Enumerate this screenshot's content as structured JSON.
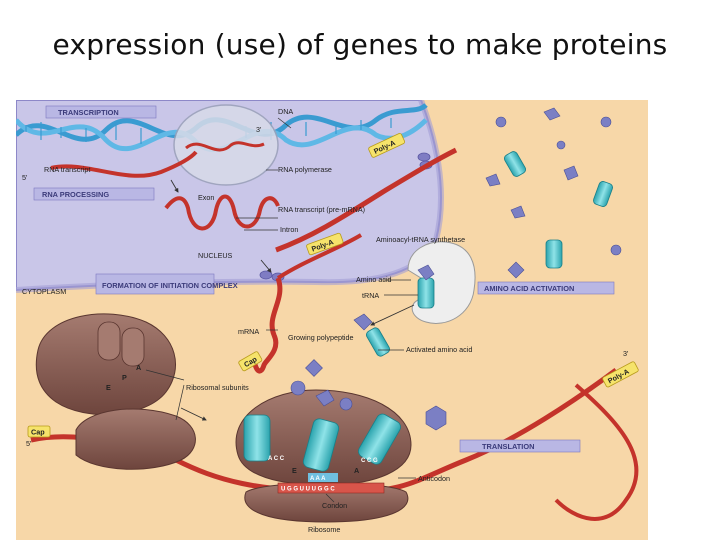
{
  "title": "expression (use) of genes to make proteins",
  "diagram": {
    "labels": {
      "transcription": "TRANSCRIPTION",
      "dna": "DNA",
      "three_prime_top": "3'",
      "five_prime_left": "5'",
      "rna_transcript": "RNA transcript",
      "rna_polymerase": "RNA polymerase",
      "rna_processing": "RNA PROCESSING",
      "exon": "Exon",
      "rna_transcript_pre": "RNA transcript (pre-mRNA)",
      "intron": "Intron",
      "nucleus": "NUCLEUS",
      "formation": "FORMATION OF INITIATION COMPLEX",
      "cytoplasm": "CYTOPLASM",
      "poly_a_top": "Poly-A",
      "poly_a_mid": "Poly-A",
      "poly_a_right": "Poly-A",
      "synthetase": "Aminoacyl-tRNA synthetase",
      "amino_acid": "Amino acid",
      "trna": "tRNA",
      "amino_acid_activation": "AMINO ACID ACTIVATION",
      "mrna": "mRNA",
      "growing_polypeptide": "Growing polypeptide",
      "activated_amino_acid": "Activated amino acid",
      "cap_mid": "Cap",
      "cap_left": "Cap",
      "three_prime_right": "3'",
      "five_prime_bottom": "5'",
      "ribosomal_subunits": "Ribosomal subunits",
      "translation": "TRANSLATION",
      "anticodon": "Anticodon",
      "codon": "Condon",
      "ribosome": "Ribosome",
      "site_a": "A",
      "site_p": "P",
      "site_e": "E",
      "site_e2": "E",
      "site_a2": "A",
      "anticodon_seq": "A A A",
      "codon_seq": "U G G U U U G G C",
      "trna_seq_1": "A C C",
      "trna_seq_2": "C C G"
    },
    "colors": {
      "background": "#f7d7a8",
      "nucleus": "#c9c6e8",
      "mrna": "#c4332b",
      "dna": "#3a9bd1",
      "trna": "#46c1c9",
      "ribosome": "#8a5e55",
      "amino_acid": "#7b7fc4",
      "label_box": "#b9b7e4"
    }
  }
}
